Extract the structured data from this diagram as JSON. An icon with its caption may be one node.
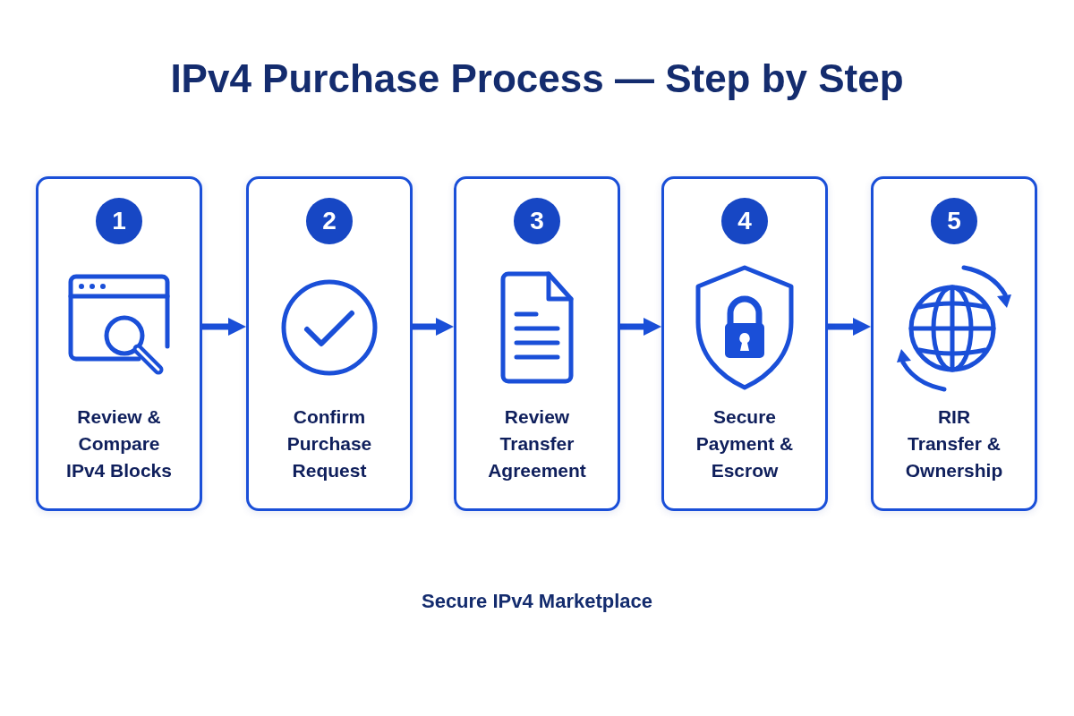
{
  "diagram": {
    "title": "IPv4 Purchase Process — Step by Step",
    "caption": "Secure IPv4 Marketplace",
    "nodes": [
      {
        "text": [
          "Review & Compare IPv4 Blocks"
        ]
      },
      {
        "text": [
          "1"
        ],
        "in": 0
      },
      {
        "text": [
          "Confirm Purchase Request"
        ]
      },
      {
        "text": [
          "2"
        ],
        "in": 2
      },
      {
        "text": [
          "Review Transfer Agreement"
        ]
      },
      {
        "text": [
          "3"
        ],
        "in": 4
      },
      {
        "text": [
          "Secure Payment & Escrow"
        ]
      },
      {
        "text": [
          "4"
        ],
        "in": 6
      },
      {
        "text": [
          "RIR Transfer & Ownership"
        ]
      },
      {
        "text": [
          "5"
        ],
        "in": 8
      }
    ],
    "edges": [
      {
        "from": 0,
        "to": 2,
        "arrow": "to"
      },
      {
        "from": 2,
        "to": 4,
        "arrow": "to"
      },
      {
        "from": 4,
        "to": 6,
        "arrow": "to"
      },
      {
        "from": 6,
        "to": 8,
        "arrow": "to"
      }
    ]
  }
}
